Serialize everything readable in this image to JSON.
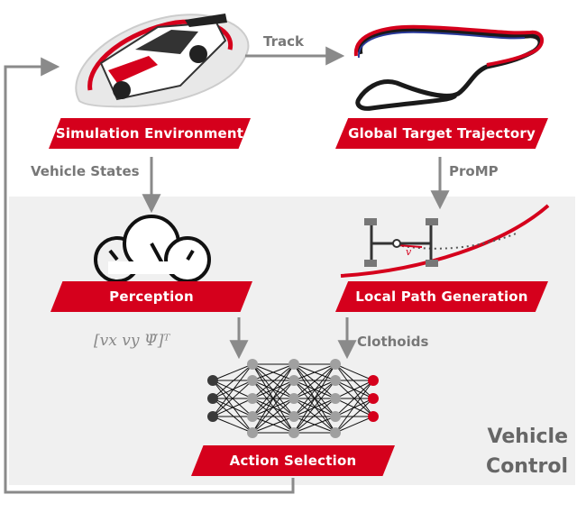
{
  "labels": {
    "simulation_environment": "Simulation Environment",
    "global_target_trajectory": "Global Target Trajectory",
    "perception": "Perception",
    "local_path_generation": "Local Path Generation",
    "action_selection": "Action Selection",
    "track": "Track",
    "vehicle_states": "Vehicle States",
    "promp": "ProMP",
    "clothoids": "Clothoids",
    "vehicle_control_line1": "Vehicle",
    "vehicle_control_line2": "Control",
    "state_vector": "[vx  vy  Ψ̇]ᵀ",
    "velocity_symbol": "v"
  },
  "colors": {
    "accent_red": "#d5001c",
    "arrow_gray": "#8a8a8a",
    "panel_bg": "#f0f0f0",
    "trajectory_blue": "#2a3a9a",
    "node_dark": "#3a3a3a",
    "node_gray": "#a0a0a0"
  },
  "icons": [
    "race-car-icon",
    "race-track-icon",
    "gauges-icon",
    "vehicle-path-icon",
    "neural-network-icon"
  ]
}
